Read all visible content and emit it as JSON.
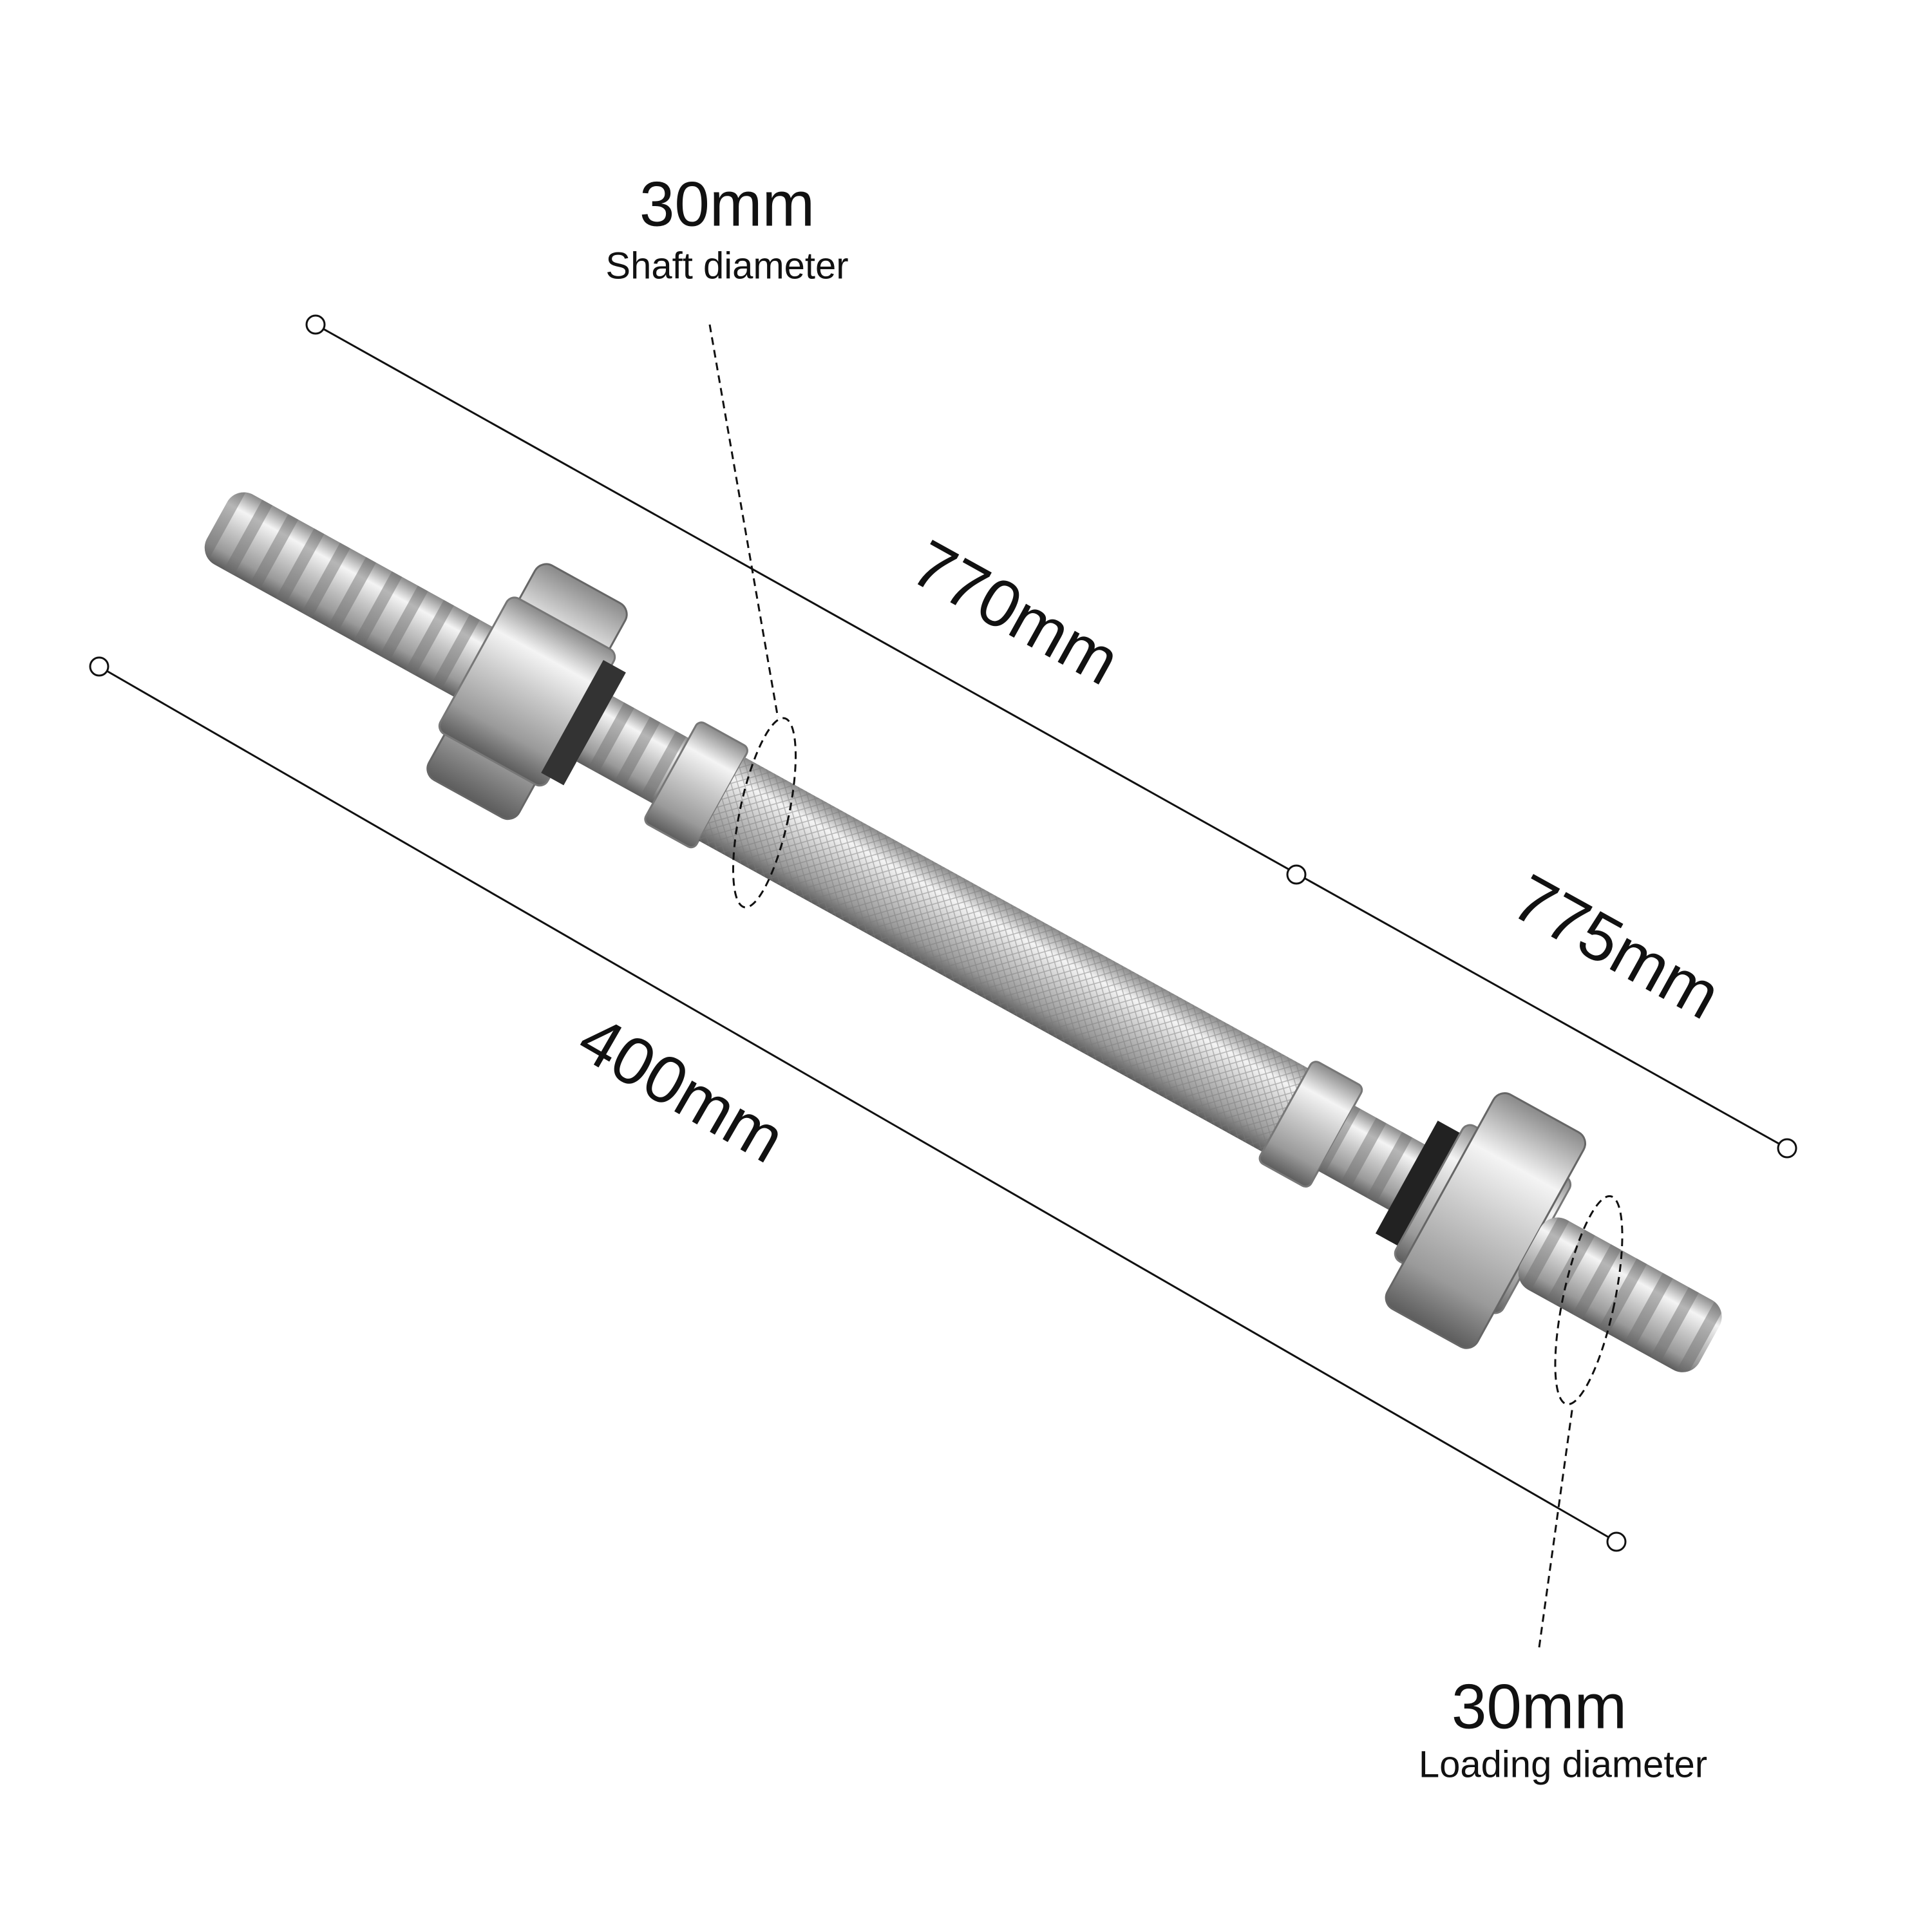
{
  "shaft": {
    "value": "30mm",
    "caption": "Shaft diameter"
  },
  "loading": {
    "value": "30mm",
    "caption": "Loading diameter"
  },
  "dimensions": {
    "overall_left": "770mm",
    "overall_right": "775mm",
    "handle": "400mm"
  },
  "colors": {
    "line": "#111111",
    "metal_light": "#e8e8e8",
    "metal_mid": "#b9b9b9",
    "metal_dark": "#6f6f6f"
  }
}
